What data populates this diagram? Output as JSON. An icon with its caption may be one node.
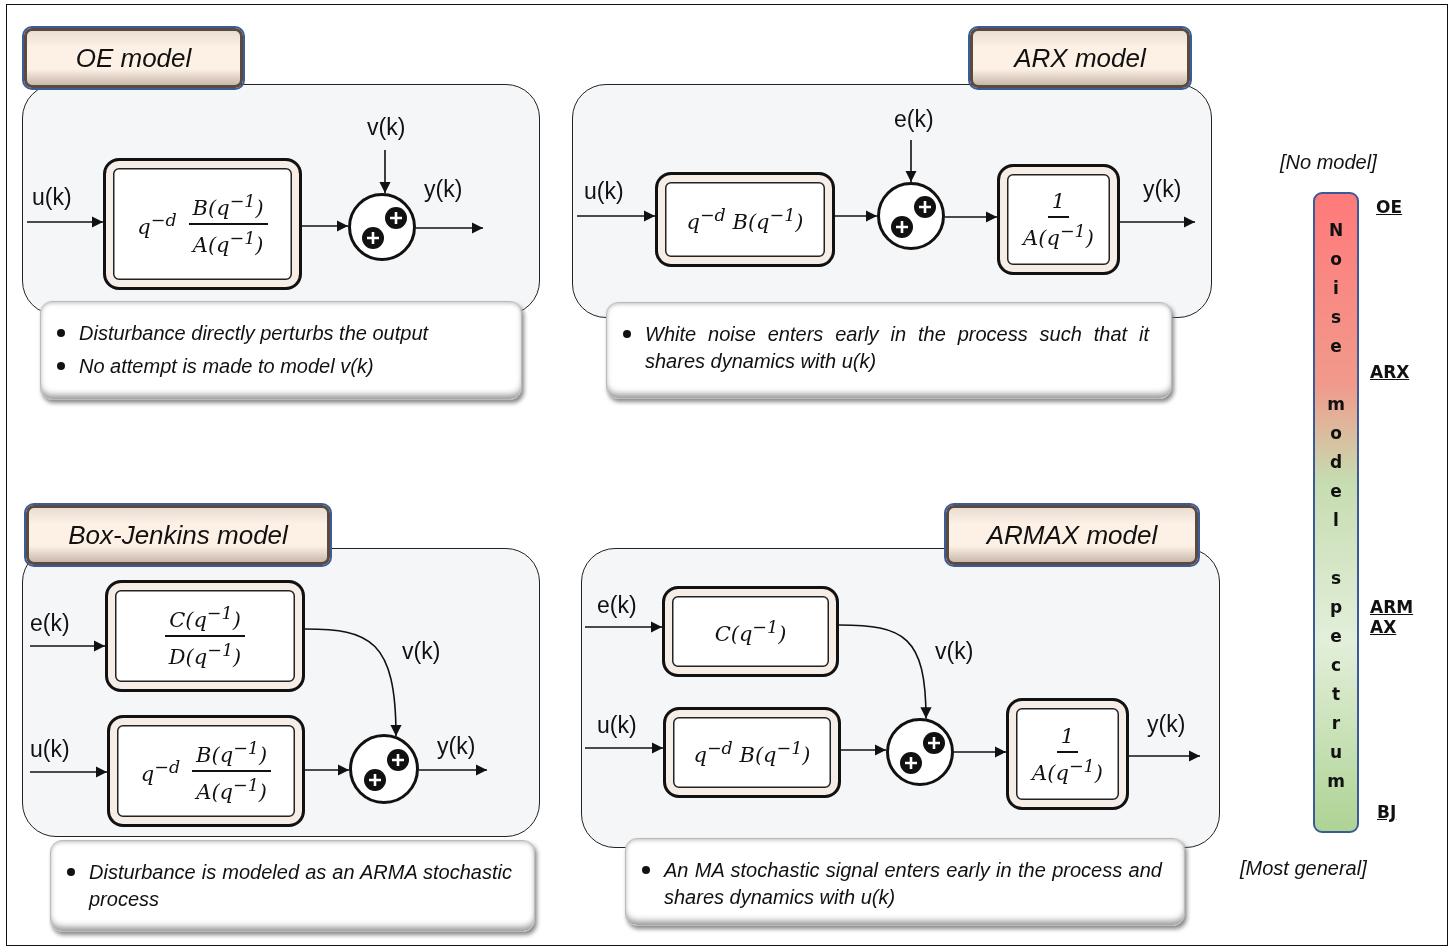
{
  "diagram": {
    "nodes": [
      {
        "text": [
          "OE model"
        ]
      },
      {
        "text": [
          "q$^{−d}$",
          "B(q$^{−1}$)",
          "A(q$^{−1}$)"
        ],
        "in": 0
      },
      {
        "text": [],
        "shape": "circle",
        "in": 0
      },
      {
        "text": [
          "Disturbance directly perturbs the output",
          "No attempt is made to model v(k)"
        ]
      },
      {
        "text": [
          "ARX model"
        ]
      },
      {
        "text": [
          "q$^{−d}$ B(q$^{−1}$)"
        ],
        "in": 4
      },
      {
        "text": [],
        "shape": "circle",
        "in": 4
      },
      {
        "text": [
          "1",
          "A(q$^{−1}$)"
        ],
        "in": 4
      },
      {
        "text": [
          "White noise enters early in the process such that it shares dynamics with u(k)"
        ]
      },
      {
        "text": [
          "Box-Jenkins model"
        ]
      },
      {
        "text": [
          "C(q$^{−1}$)",
          "D(q$^{−1}$)"
        ],
        "in": 9
      },
      {
        "text": [
          "q$^{−d}$",
          "B(q$^{−1}$)",
          "A(q$^{−1}$)"
        ],
        "in": 9
      },
      {
        "text": [],
        "shape": "circle",
        "in": 9
      },
      {
        "text": [
          "Disturbance is modeled as an ARMA stochastic process"
        ]
      },
      {
        "text": [
          "ARMAX model"
        ]
      },
      {
        "text": [
          "C(q$^{−1}$)"
        ],
        "in": 14
      },
      {
        "text": [
          "q$^{−d}$ B(q$^{−1}$)"
        ],
        "in": 14
      },
      {
        "text": [],
        "shape": "circle",
        "in": 14
      },
      {
        "text": [
          "1",
          "A(q$^{−1}$)"
        ],
        "in": 14
      },
      {
        "text": [
          "An MA stochastic signal enters early in the process and shares dynamics with u(k)"
        ]
      },
      {
        "text": [
          "Noise model spectrum"
        ],
        "beside": [
          "[No model]",
          "OE",
          "ARX",
          "ARMAX",
          "BJ",
          "[Most general]"
        ]
      }
    ],
    "edges": [
      {
        "from": null,
        "to": 1,
        "arrow": "to",
        "label": "u(k)"
      },
      {
        "from": 1,
        "to": 2,
        "arrow": "to"
      },
      {
        "from": null,
        "to": 2,
        "arrow": "to",
        "label": "v(k)"
      },
      {
        "from": 2,
        "to": null,
        "arrow": "to",
        "label": "y(k)"
      },
      {
        "from": null,
        "to": 5,
        "arrow": "to",
        "label": "u(k)"
      },
      {
        "from": 5,
        "to": 6,
        "arrow": "to"
      },
      {
        "from": null,
        "to": 6,
        "arrow": "to",
        "label": "e(k)"
      },
      {
        "from": 6,
        "to": 7,
        "arrow": "to"
      },
      {
        "from": 7,
        "to": null,
        "arrow": "to",
        "label": "y(k)"
      },
      {
        "from": null,
        "to": 10,
        "arrow": "to",
        "label": "e(k)"
      },
      {
        "from": null,
        "to": 11,
        "arrow": "to",
        "label": "u(k)"
      },
      {
        "from": 10,
        "to": 12,
        "arrow": "to",
        "label": "v(k)"
      },
      {
        "from": 11,
        "to": 12,
        "arrow": "to"
      },
      {
        "from": 12,
        "to": null,
        "arrow": "to",
        "label": "y(k)"
      },
      {
        "from": null,
        "to": 15,
        "arrow": "to",
        "label": "e(k)"
      },
      {
        "from": null,
        "to": 16,
        "arrow": "to",
        "label": "u(k)"
      },
      {
        "from": 15,
        "to": 17,
        "arrow": "to",
        "label": "v(k)"
      },
      {
        "from": 16,
        "to": 17,
        "arrow": "to"
      },
      {
        "from": 17,
        "to": 18,
        "arrow": "to"
      },
      {
        "from": 18,
        "to": null,
        "arrow": "to",
        "label": "y(k)"
      }
    ]
  }
}
